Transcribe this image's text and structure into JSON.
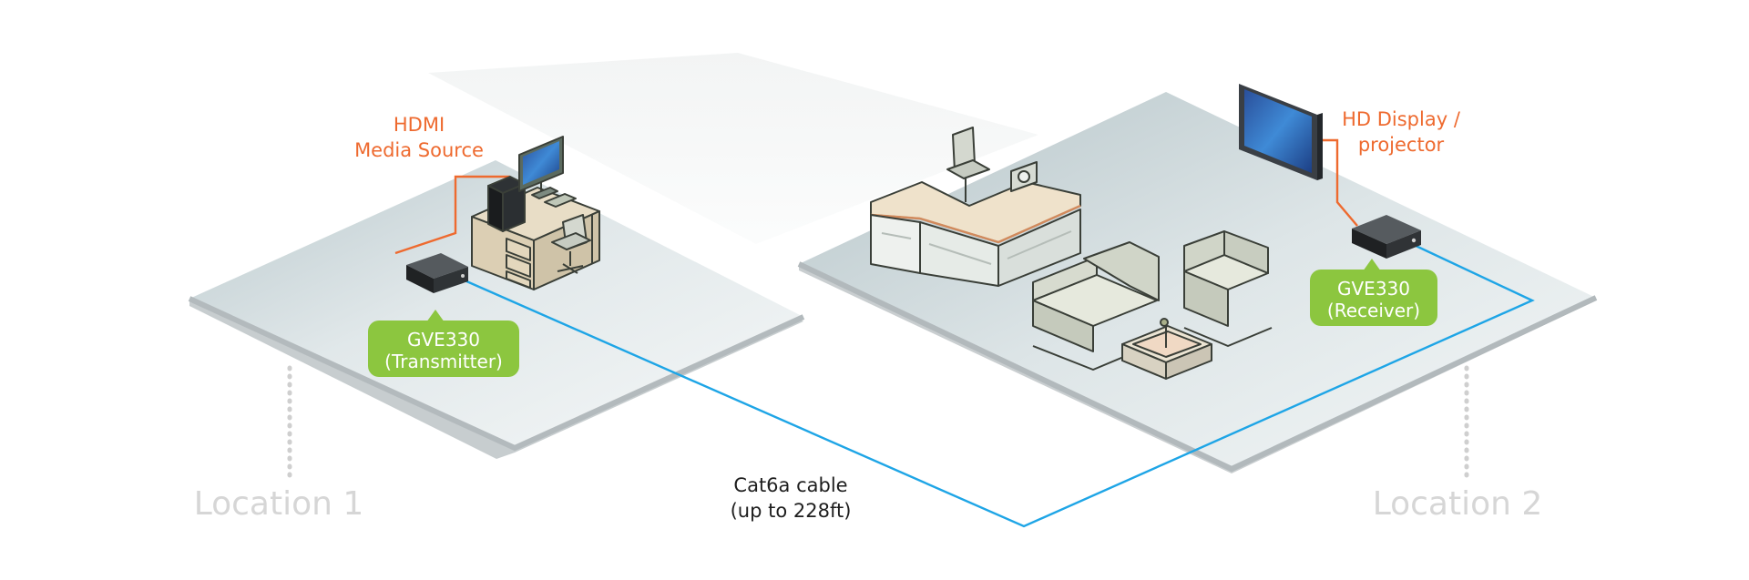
{
  "locations": {
    "left": "Location 1",
    "right": "Location 2"
  },
  "source": {
    "line1": "HDMI",
    "line2": "Media Source"
  },
  "display": {
    "line1": "HD Display /",
    "line2": "projector"
  },
  "transmitter": {
    "line1": "GVE330",
    "line2": "(Transmitter)"
  },
  "receiver": {
    "line1": "GVE330",
    "line2": "(Receiver)"
  },
  "cable": {
    "title": "Cat6a cable",
    "subtitle": "(up to 228ft)"
  },
  "colors": {
    "orange": "#ee6a2f",
    "green": "#8cc63f",
    "cable": "#1ea5e6",
    "location_text": "#d6d6d6"
  }
}
